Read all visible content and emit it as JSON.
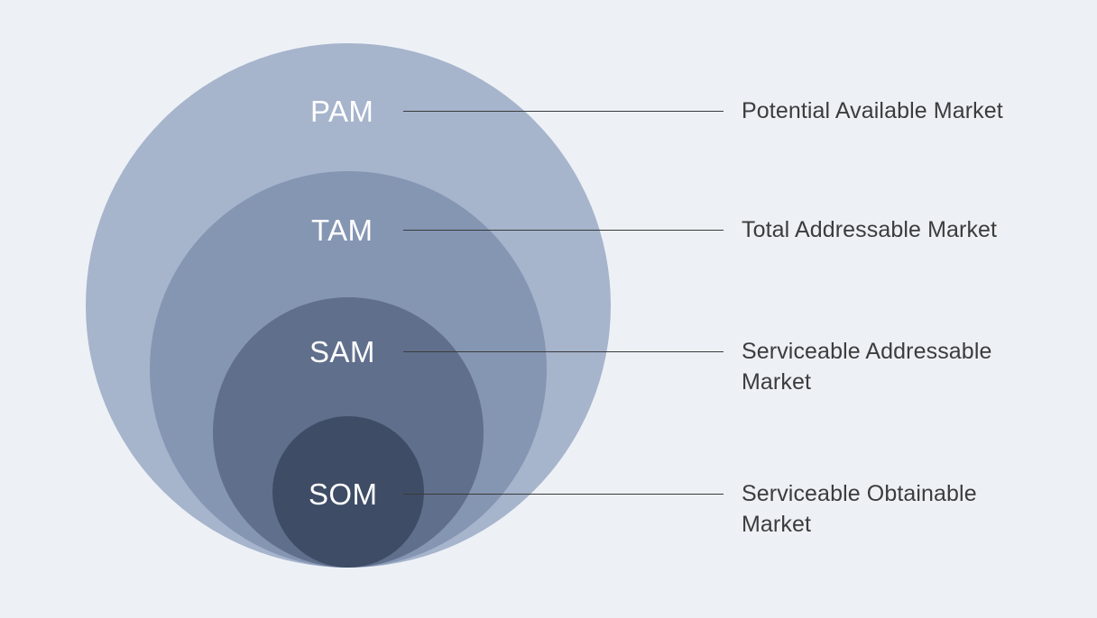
{
  "background_color": "#edf1f6",
  "line_color": "#3a3a3a",
  "description_color": "#3c3c3c",
  "acronym_color": "#ffffff",
  "chart_data": {
    "type": "nested-circles",
    "title": "",
    "layout": "concentric bottom-aligned circles, largest outermost",
    "legend_position": "right",
    "levels": [
      {
        "acronym": "PAM",
        "description": "Potential Available Market",
        "color": "#a6b4cc",
        "diameter": 582,
        "rank": 1
      },
      {
        "acronym": "TAM",
        "description": "Total Addressable Market",
        "color": "#8596b3",
        "diameter": 440,
        "rank": 2
      },
      {
        "acronym": "SAM",
        "description": "Serviceable Addressable Market",
        "color": "#606f8c",
        "diameter": 300,
        "rank": 3
      },
      {
        "acronym": "SOM",
        "description": "Serviceable Obtainable Market",
        "color": "#3e4c66",
        "diameter": 168,
        "rank": 4
      }
    ]
  }
}
